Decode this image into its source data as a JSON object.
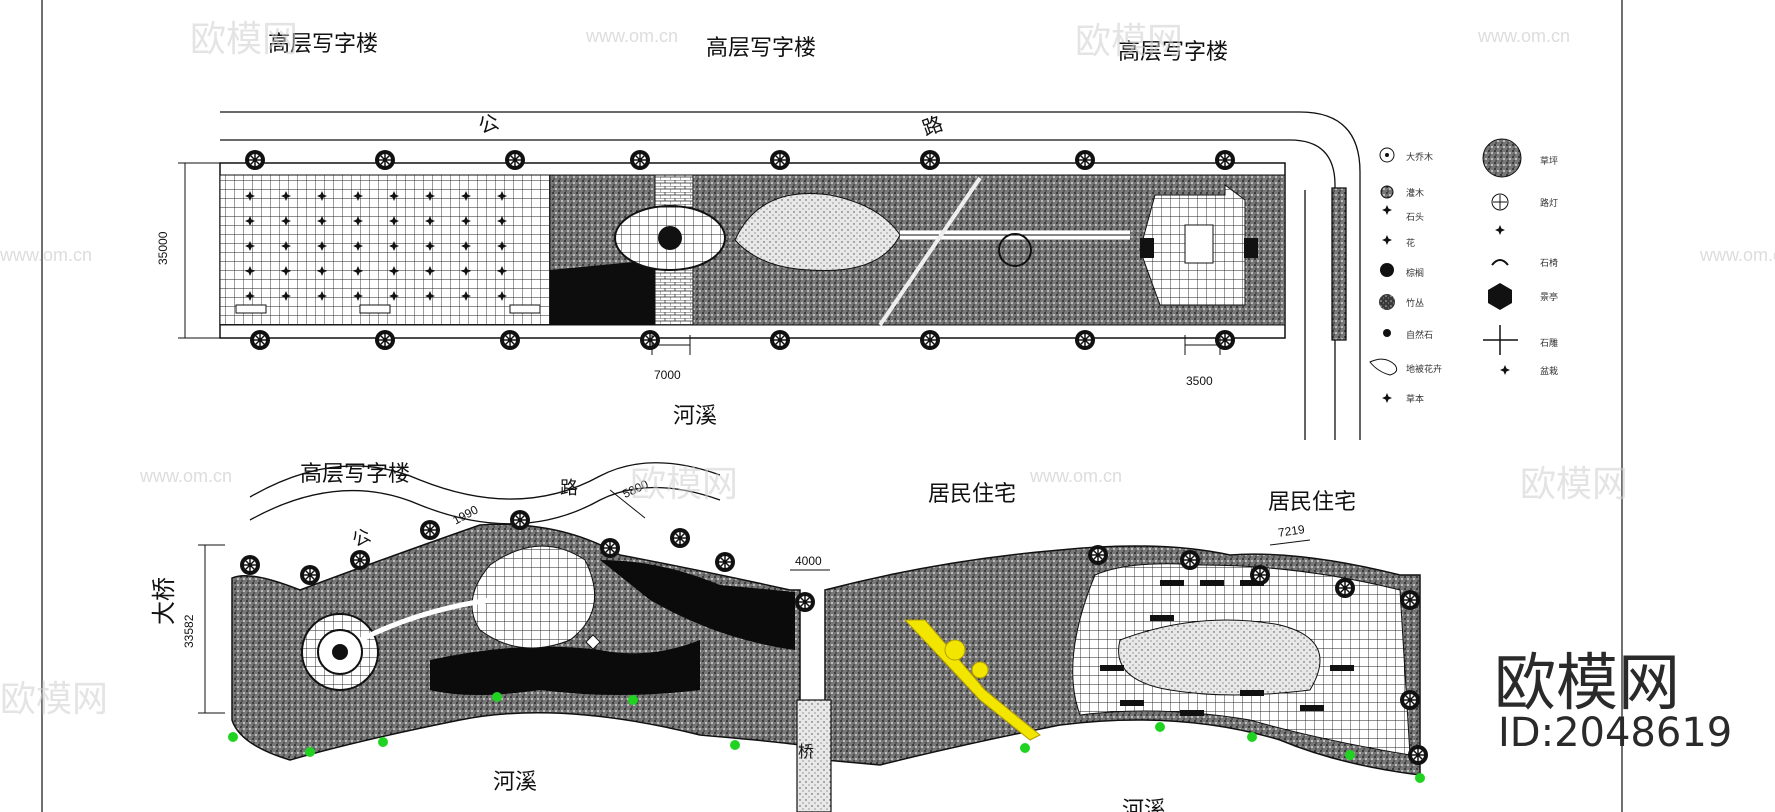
{
  "top_plan": {
    "buildings": [
      "高层写字楼",
      "高层写字楼",
      "高层写字楼"
    ],
    "road_left": "公",
    "road_right": "路",
    "dim_height": "35000",
    "dim_a": "7000",
    "dim_b": "3500",
    "river": "河溪"
  },
  "bottom_plan": {
    "building_left": "高层写字楼",
    "residential_1": "居民住宅",
    "residential_2": "居民住宅",
    "road_left": "公",
    "road_mid": "路",
    "bridge_big": "大桥",
    "bridge_small": "桥",
    "dim_height": "33582",
    "dim_1990": "1990",
    "dim_5800": "5800",
    "dim_4000": "4000",
    "dim_7219": "7219",
    "river_1": "河溪",
    "river_2": "河溪"
  },
  "legend": {
    "items": [
      "大乔木",
      "灌木",
      "石头",
      "花",
      "棕榈",
      "竹丛",
      "自然石",
      "地被花卉",
      "草本",
      "草坪",
      "路灯",
      "石椅",
      "景亭",
      "石雕",
      "盆栽"
    ]
  },
  "watermark": {
    "brand": "欧模网",
    "url": "www.om.cn",
    "id": "ID:2048619"
  },
  "colors": {
    "line": "#111111",
    "highlight_path": "#f2e600",
    "green_lamp": "#21d321",
    "watermark": "#d0d0d0"
  }
}
